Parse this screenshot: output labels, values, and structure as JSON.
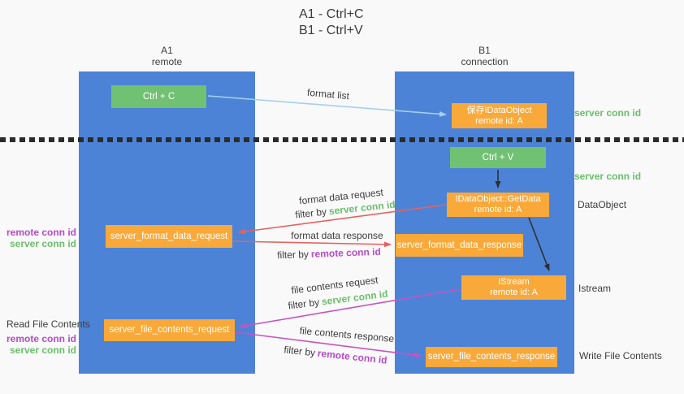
{
  "title": {
    "line1": "A1 - Ctrl+C",
    "line2": "B1 - Ctrl+V"
  },
  "lanes": {
    "a1": {
      "title": "A1",
      "subtitle": "remote"
    },
    "b1": {
      "title": "B1",
      "subtitle": "connection"
    }
  },
  "nodes": {
    "ctrl_c": {
      "label": "Ctrl + C"
    },
    "save_idataobject": {
      "line1": "保存IDataObject",
      "line2": "remote id: A"
    },
    "ctrl_v": {
      "label": "Ctrl + V"
    },
    "getdata": {
      "line1": "IDataObject::GetData",
      "line2": "remote id: A"
    },
    "format_request": {
      "label": "server_format_data_request"
    },
    "format_response": {
      "label": "server_format_data_response"
    },
    "istream": {
      "line1": "IStream",
      "line2": "remote id: A"
    },
    "file_request": {
      "label": "server_file_contents_request"
    },
    "file_response": {
      "label": "server_file_contents_response"
    }
  },
  "edge_labels": {
    "format_list": "format list",
    "format_data_request": "format data request",
    "format_data_response": "format data response",
    "file_contents_request": "file contents request",
    "file_contents_response": "file contents response",
    "filter_by": "filter by",
    "server_conn_id": "server conn id",
    "remote_conn_id": "remote conn id"
  },
  "side_labels": {
    "server_conn_id_1": "server conn id",
    "server_conn_id_2": "server conn id",
    "dataobject": "DataObject",
    "istream": "Istream",
    "write_file_contents": "Write File Contents",
    "read_file_contents": "Read File Contents",
    "remote_conn_id_left_1": "remote conn id",
    "server_conn_id_left_1": "server conn id",
    "remote_conn_id_left_2": "remote conn id",
    "server_conn_id_left_2": "server conn id"
  },
  "colors": {
    "bg": "#f9f9f9",
    "column_blue": "#4d83d6",
    "box_green": "#71c173",
    "box_orange": "#f9a93a",
    "text_dark": "#3d3d3d",
    "text_green": "#6abf6b",
    "text_purple": "#b54cc7",
    "arrow_blue": "#a5cfed",
    "arrow_red": "#e5625f",
    "arrow_magenta": "#c355c3",
    "arrow_black": "#2f2f2f",
    "dash": "#2b2b2b"
  }
}
